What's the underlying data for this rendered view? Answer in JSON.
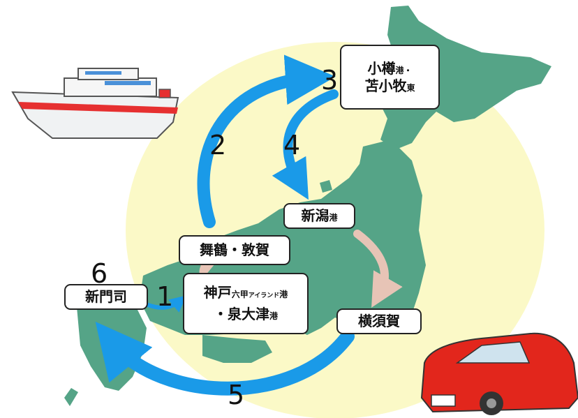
{
  "colors": {
    "land": "#55a487",
    "background_circle": "#fbf9c7",
    "route_sea": "#1a9ae8",
    "route_land": "#e7c4b6",
    "car": "#e2261c",
    "ship_stripe": "#e63030"
  },
  "icons": [
    "ferry-ship-icon",
    "red-car-icon"
  ],
  "ports": {
    "otaru": {
      "main": "小樽",
      "small": "港・",
      "main2": "苫小牧",
      "small2": "東"
    },
    "niigata": {
      "main": "新潟",
      "small": "港"
    },
    "maizuru": {
      "label": "舞鶴・敦賀"
    },
    "kobe": {
      "main": "神戸",
      "small": "六甲",
      "tiny": "アイランド",
      "small2": "港",
      "line2_main": "・泉大津",
      "line2_small": "港"
    },
    "shinmoji": {
      "label": "新門司"
    },
    "yokosuka": {
      "label": "横須賀"
    }
  },
  "steps": [
    "1",
    "2",
    "3",
    "4",
    "5",
    "6"
  ]
}
